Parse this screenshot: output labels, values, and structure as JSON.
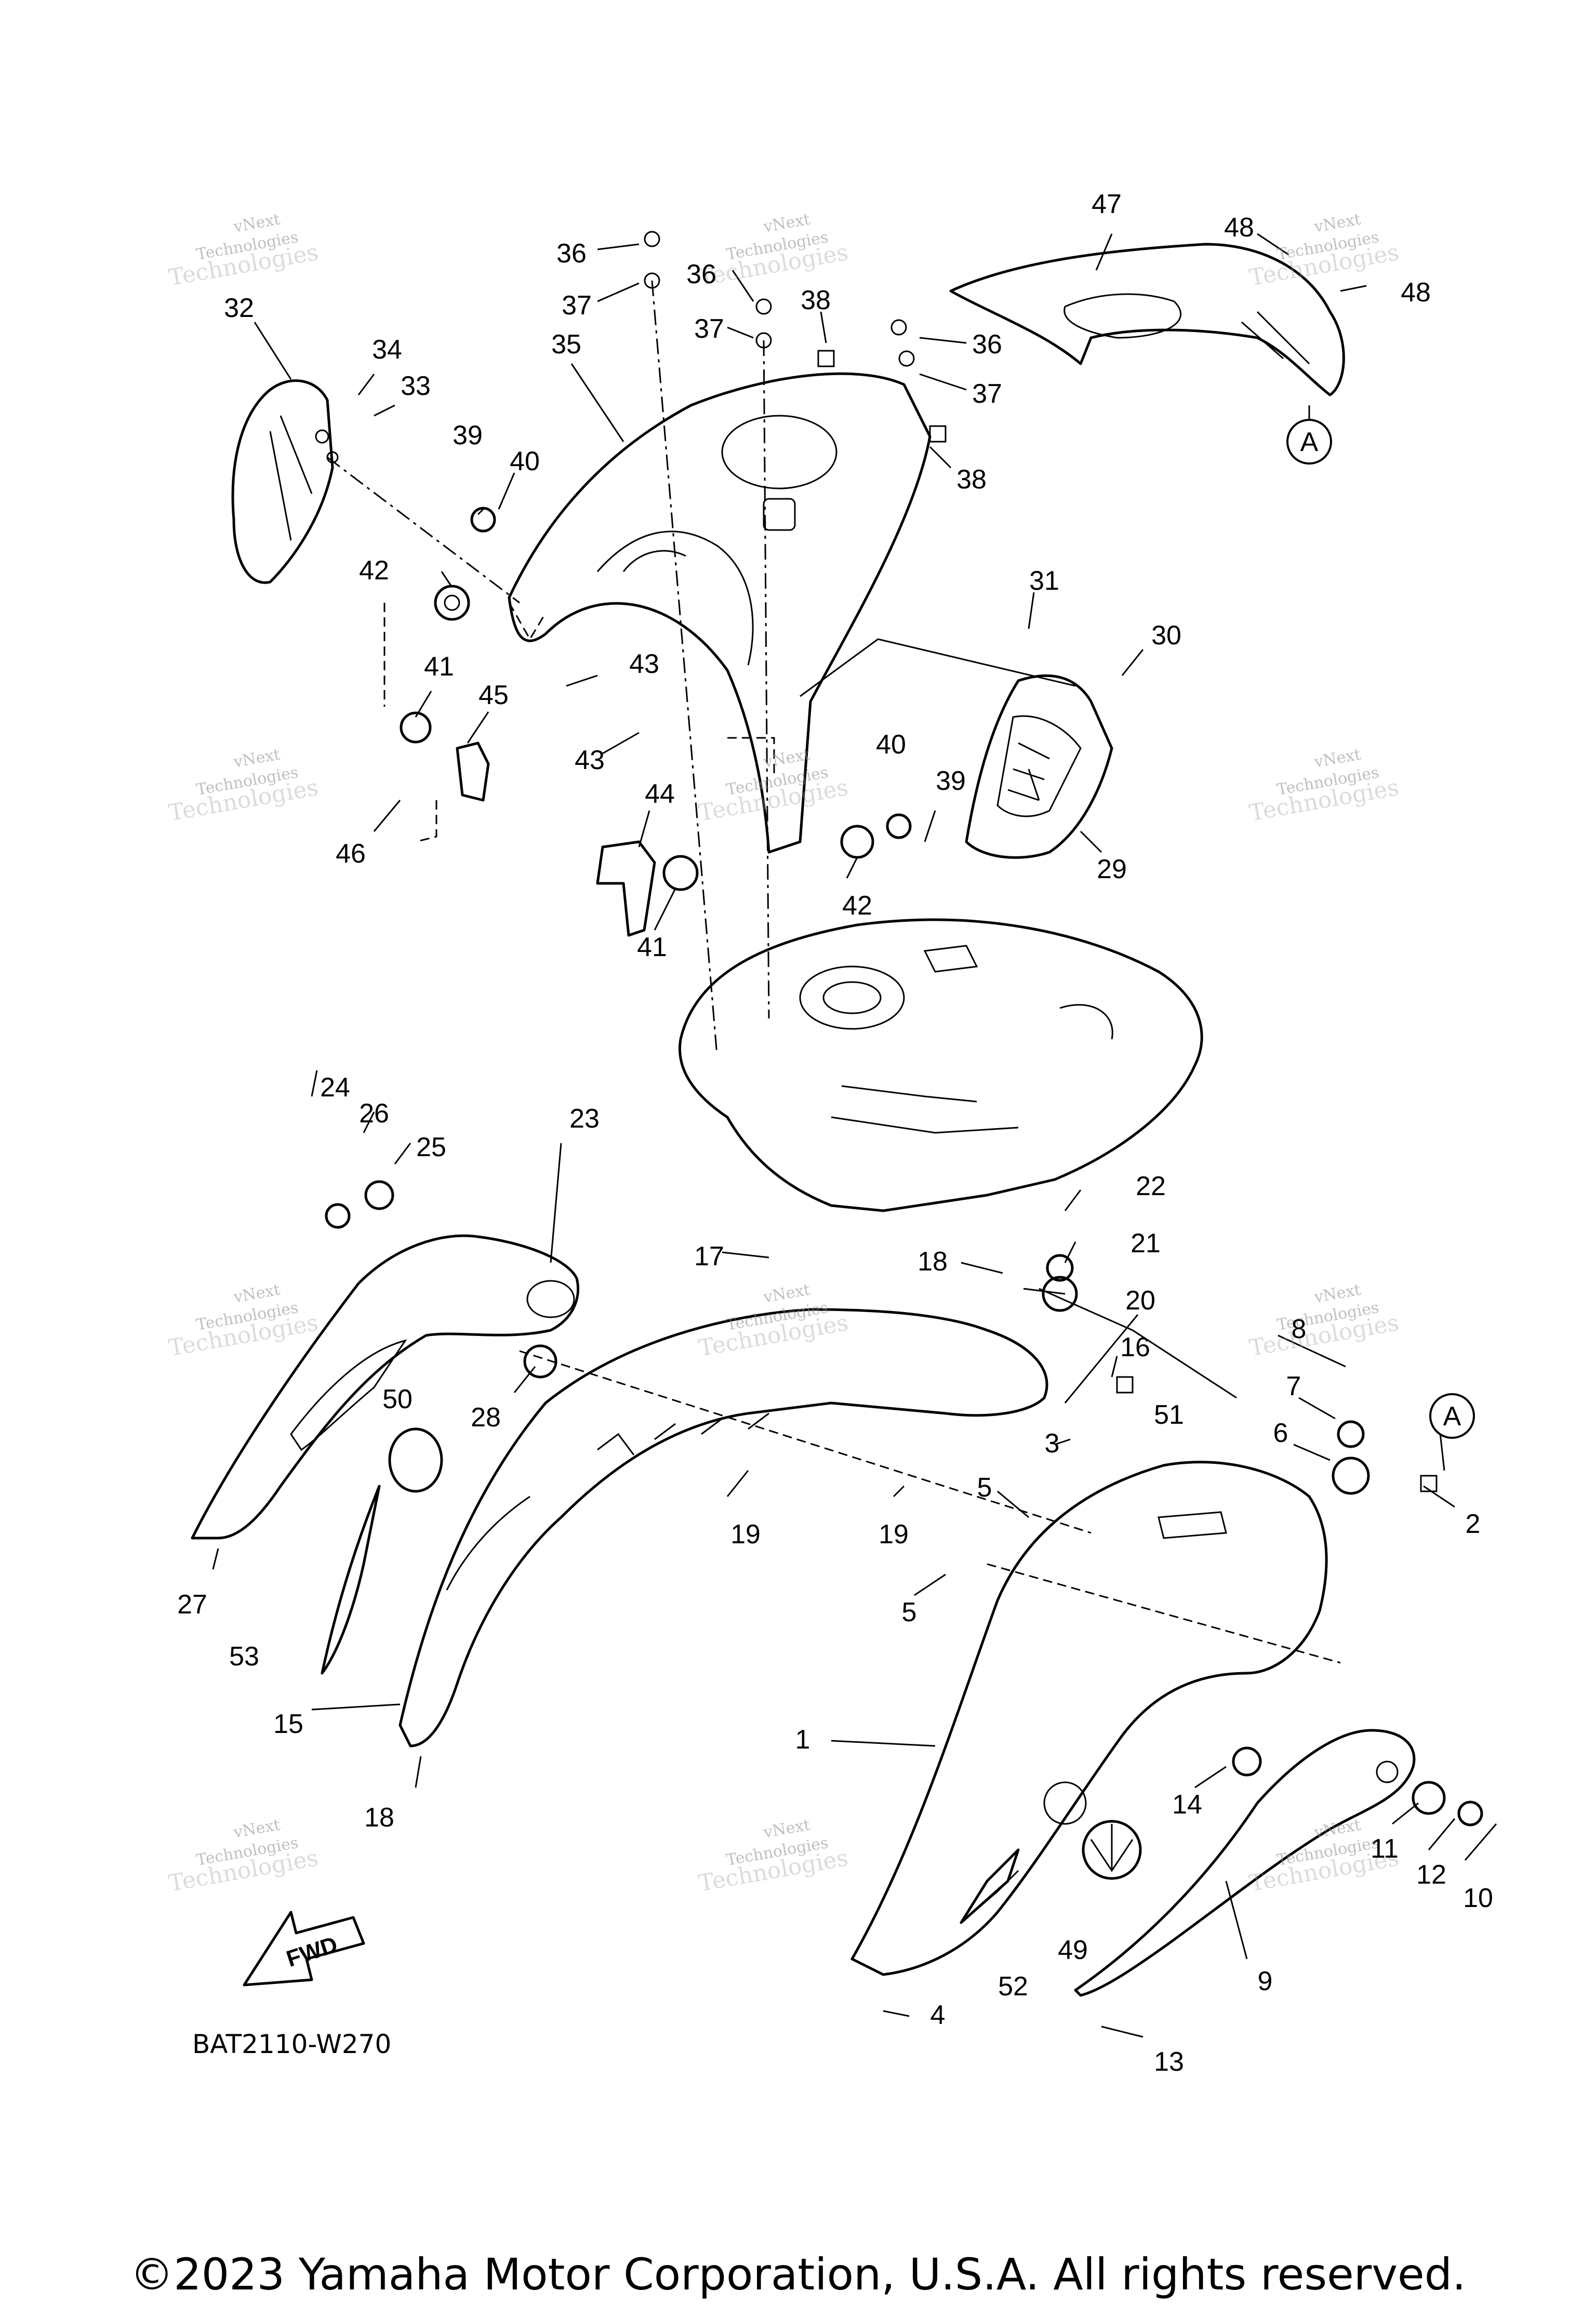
{
  "diagram": {
    "code": "BAT2110-W270",
    "fwd_label": "FWD",
    "ref_marker": "A",
    "watermark": {
      "line1": "vNext",
      "line2": "Technologies",
      "line3": "Technologies"
    },
    "callouts": [
      "1",
      "2",
      "3",
      "4",
      "5",
      "6",
      "7",
      "8",
      "9",
      "10",
      "11",
      "12",
      "13",
      "14",
      "15",
      "16",
      "17",
      "18",
      "19",
      "20",
      "21",
      "22",
      "23",
      "24",
      "25",
      "26",
      "27",
      "28",
      "29",
      "30",
      "31",
      "32",
      "33",
      "34",
      "35",
      "36",
      "37",
      "38",
      "39",
      "40",
      "41",
      "42",
      "43",
      "44",
      "45",
      "46",
      "47",
      "48",
      "49",
      "50",
      "51",
      "52",
      "53"
    ]
  },
  "footer": {
    "copyright": "©2023 Yamaha Motor Corporation, U.S.A. All rights reserved."
  }
}
